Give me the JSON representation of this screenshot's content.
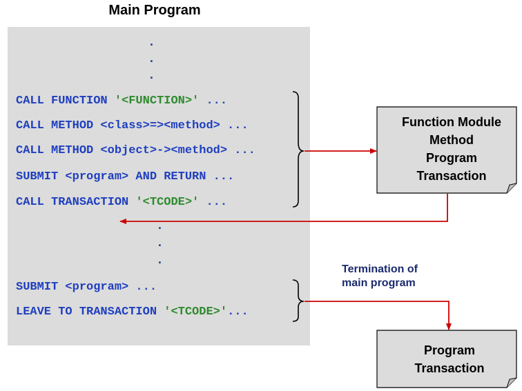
{
  "title": "Main Program",
  "dot": ".",
  "code_lines": [
    {
      "pre": "CALL FUNCTION ",
      "str": "'<FUNCTION>'",
      "post": " ..."
    },
    {
      "pre": "CALL METHOD <class>=><method> ...",
      "str": "",
      "post": ""
    },
    {
      "pre": "CALL METHOD <object>-><method> ...",
      "str": "",
      "post": ""
    },
    {
      "pre": "SUBMIT <program> AND RETURN ...",
      "str": "",
      "post": ""
    },
    {
      "pre": "CALL TRANSACTION ",
      "str": "'<TCODE>'",
      "post": " ..."
    },
    {
      "pre": "SUBMIT <program> ...",
      "str": "",
      "post": ""
    },
    {
      "pre": "LEAVE TO TRANSACTION ",
      "str": "'<TCODE>'",
      "post": "..."
    }
  ],
  "box1": {
    "lines": [
      "Function Module",
      "Method",
      "Program",
      "Transaction"
    ]
  },
  "box2": {
    "lines": [
      "Program",
      "Transaction"
    ]
  },
  "note": {
    "line1": "Termination of",
    "line2": "main program"
  },
  "colors": {
    "keyword": "#1f3fbf",
    "string": "#2e8b2e",
    "arrow": "#cc0000",
    "panel": "#dcdcdc",
    "box": "#dcdcdc",
    "note": "#1a2a6e"
  }
}
